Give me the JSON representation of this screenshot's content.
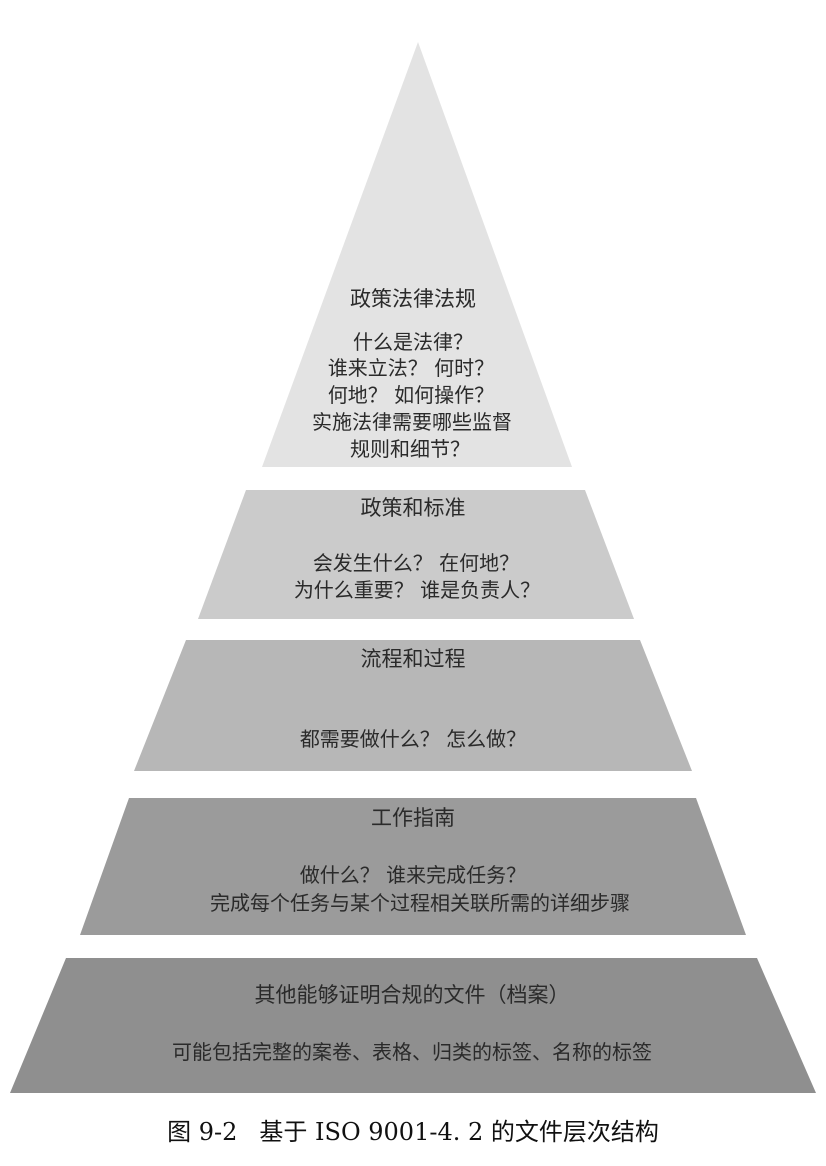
{
  "colors": {
    "tier1": "#e3e3e3",
    "tier2": "#cbcbcb",
    "tier3": "#b7b7b7",
    "tier4": "#9b9b9b",
    "tier5": "#8f8f8f",
    "text": "#2a2a2a"
  },
  "pyramid": {
    "tiers": [
      {
        "heading": "政策法律法规",
        "lines": [
          "什么是法律？",
          "谁来立法？ 何时？",
          "何地？ 如何操作？",
          "实施法律需要哪些监督",
          "规则和细节？"
        ]
      },
      {
        "heading": "政策和标准",
        "lines": [
          "会发生什么？ 在何地？",
          "为什么重要？ 谁是负责人？"
        ]
      },
      {
        "heading": "流程和过程",
        "lines": [
          "都需要做什么？ 怎么做？"
        ]
      },
      {
        "heading": "工作指南",
        "lines": [
          "做什么？ 谁来完成任务？",
          "完成每个任务与某个过程相关联所需的详细步骤"
        ]
      },
      {
        "heading": "其他能够证明合规的文件（档案）",
        "lines": [
          "可能包括完整的案卷、表格、归类的标签、名称的标签"
        ]
      }
    ]
  },
  "caption": {
    "number": "图 9-2",
    "text": "基于 ISO 9001-4. 2 的文件层次结构"
  }
}
